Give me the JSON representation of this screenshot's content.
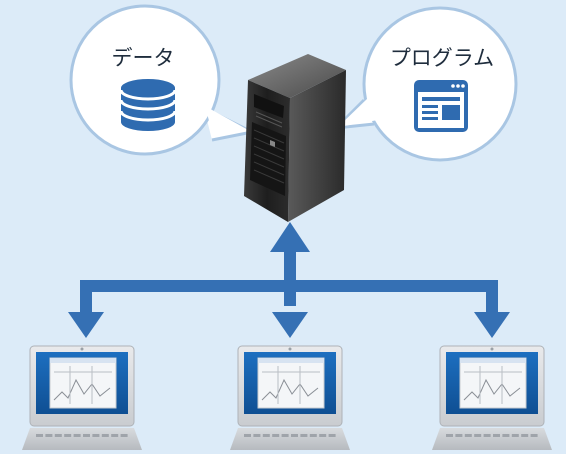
{
  "diagram": {
    "nodes": {
      "data": {
        "label": "データ",
        "icon": "database-icon"
      },
      "program": {
        "label": "プログラム",
        "icon": "program-window-icon"
      },
      "server": {
        "icon": "server-tower-icon"
      },
      "clients": [
        {
          "icon": "laptop-icon"
        },
        {
          "icon": "laptop-icon"
        },
        {
          "icon": "laptop-icon"
        }
      ]
    },
    "edges": [
      {
        "from": "server",
        "to": "client-1",
        "direction": "both"
      },
      {
        "from": "server",
        "to": "client-2",
        "direction": "both"
      },
      {
        "from": "server",
        "to": "client-3",
        "direction": "both"
      }
    ]
  },
  "colors": {
    "background": "#dcebf8",
    "arrow": "#3570b4",
    "bubble_fill": "#ffffff",
    "bubble_stroke": "#a9c6e3",
    "icon": "#2f6bb0"
  }
}
